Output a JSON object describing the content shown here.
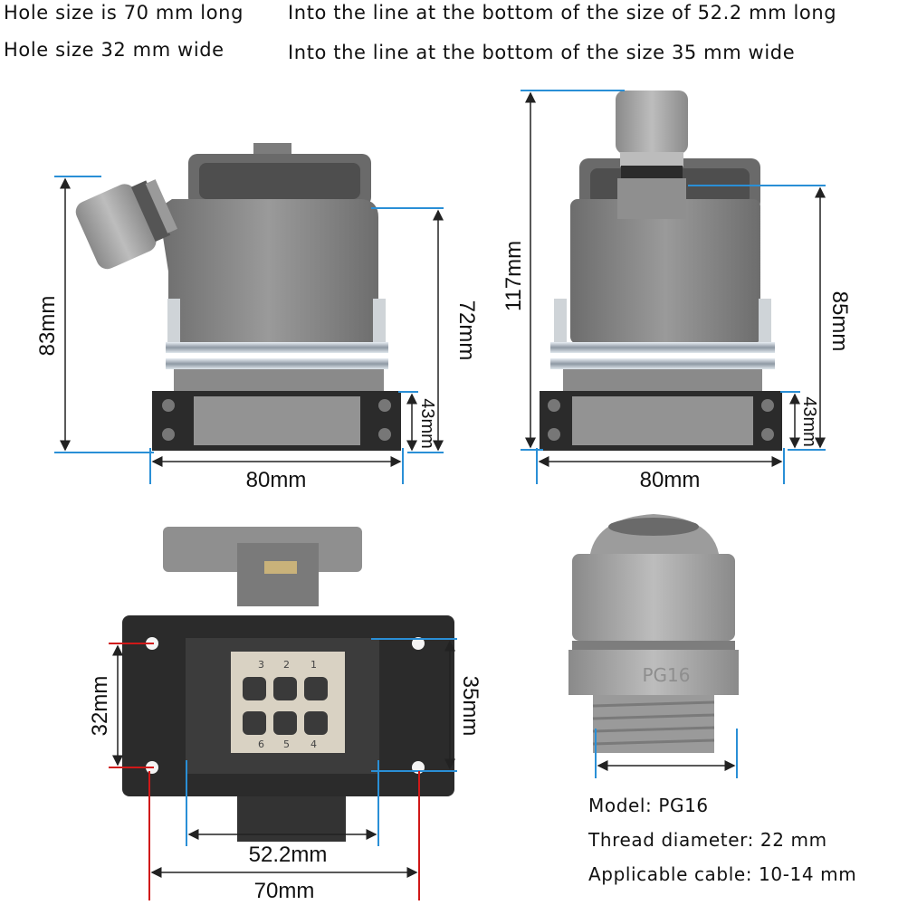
{
  "header": {
    "hole_long": "Hole size is 70 mm long",
    "hole_wide": "Hole size 32 mm wide",
    "line_long": "Into the line at the bottom of the size of 52.2 mm long",
    "line_wide": "Into the line at the bottom of the size 35 mm wide"
  },
  "side_view": {
    "height_total": "83mm",
    "height_hood": "72mm",
    "height_base": "43mm",
    "width": "80mm"
  },
  "front_view": {
    "height_total": "117mm",
    "height_hood": "85mm",
    "height_base": "43mm",
    "width": "80mm"
  },
  "bottom_view": {
    "hole_height": "32mm",
    "line_height": "35mm",
    "line_width": "52.2mm",
    "hole_width": "70mm",
    "pin_numbers": [
      "3",
      "2",
      "1",
      "6",
      "5",
      "4"
    ]
  },
  "gland": {
    "marking": "PG16",
    "model": "Model: PG16",
    "thread": "Thread diameter: 22 mm",
    "cable": "Applicable cable: 10-14 mm"
  },
  "colors": {
    "housing": "#8d8d8d",
    "housing_dark": "#6f6f6f",
    "gland": "#a8a8a8",
    "base_plate": "#2b2b2b",
    "dim_line_blue": "#2a8fd6",
    "dim_line_red": "#d01818"
  }
}
